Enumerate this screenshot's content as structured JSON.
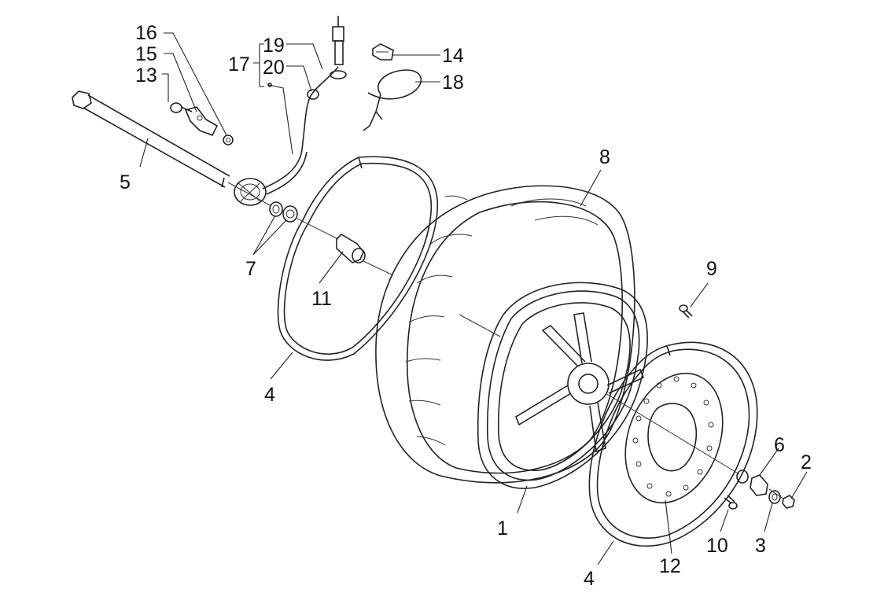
{
  "callouts": {
    "c1": "1",
    "c2": "2",
    "c3": "3",
    "c4a": "4",
    "c4b": "4",
    "c5": "5",
    "c6": "6",
    "c7": "7",
    "c8": "8",
    "c9": "9",
    "c10": "10",
    "c11": "11",
    "c12": "12",
    "c13": "13",
    "c14": "14",
    "c15": "15",
    "c16": "16",
    "c17": "17",
    "c18": "18",
    "c19": "19",
    "c20": "20"
  },
  "colors": {
    "line": "#222222",
    "background": "#ffffff",
    "fill": "#f4f4f4"
  }
}
